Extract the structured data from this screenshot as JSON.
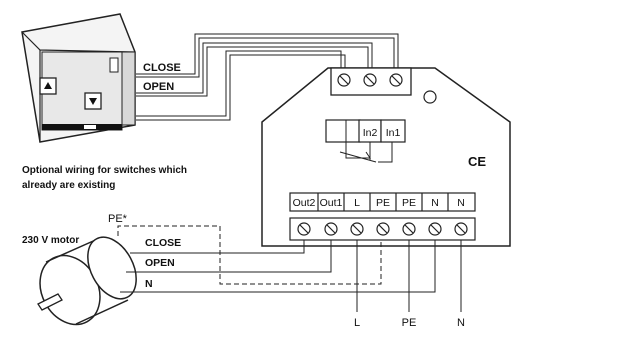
{
  "switch": {
    "close_label": "CLOSE",
    "open_label": "OPEN",
    "caption_line1": "Optional wiring for switches which",
    "caption_line2": "already are existing",
    "up_icon": "triangle-up-icon",
    "down_icon": "triangle-down-icon"
  },
  "motor": {
    "label": "230 V motor",
    "pe_label": "PE*",
    "close_label": "CLOSE",
    "open_label": "OPEN",
    "n_label": "N"
  },
  "module": {
    "inputs": [
      "In2",
      "In1"
    ],
    "ce_mark": "CE",
    "terminals": [
      "Out2",
      "Out1",
      "L",
      "PE",
      "PE",
      "N",
      "N"
    ],
    "bottom_labels": {
      "l": "L",
      "pe": "PE",
      "n": "N"
    }
  }
}
